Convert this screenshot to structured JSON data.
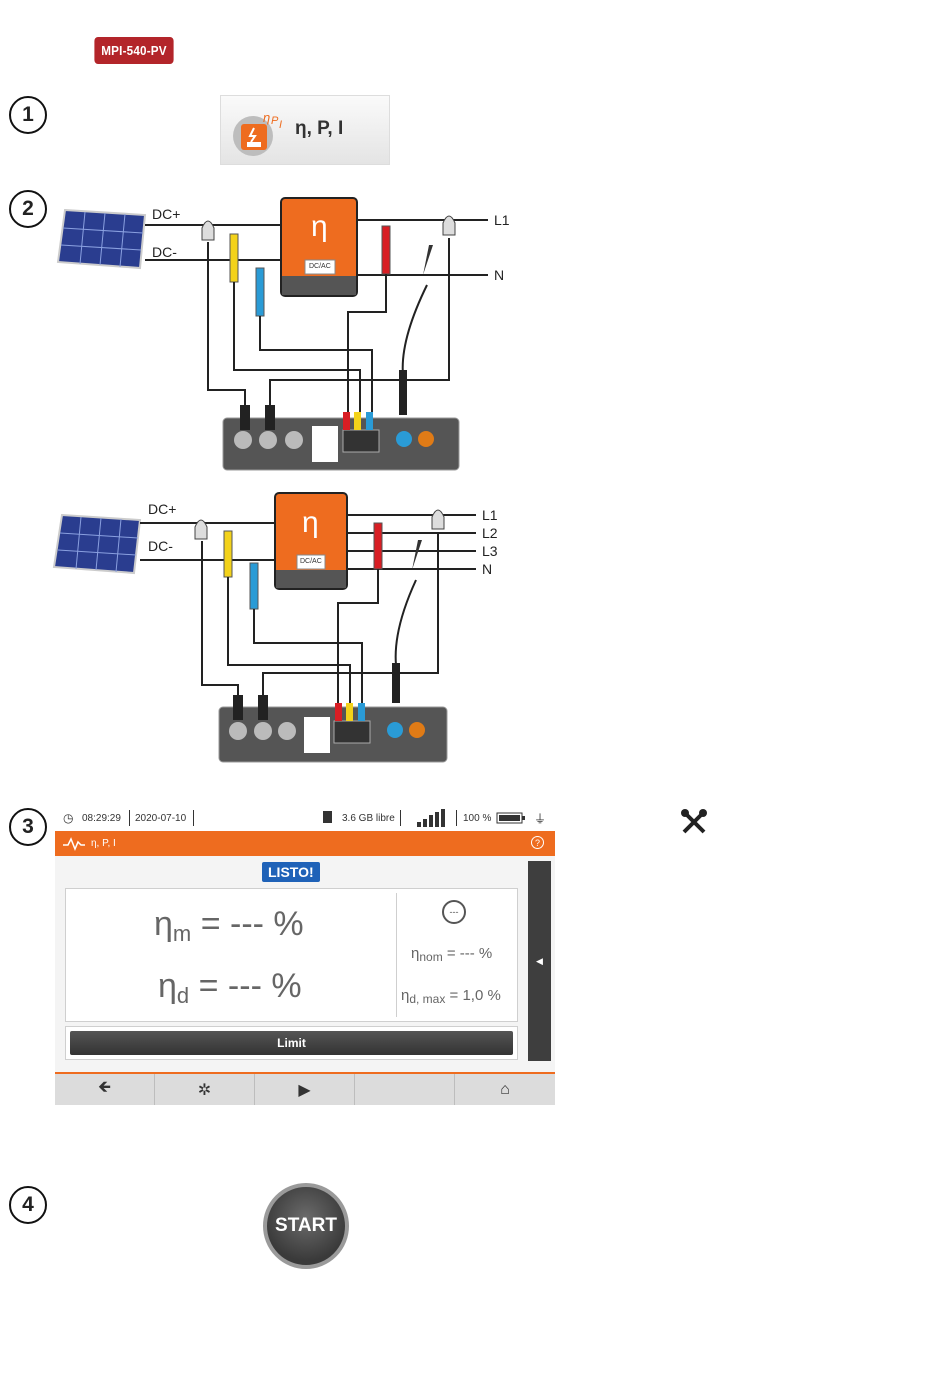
{
  "badge": "MPI-540-PV",
  "steps": [
    "1",
    "2",
    "3",
    "4"
  ],
  "tile": {
    "icon": "eta-p-i-function-icon",
    "label": "η, P, I"
  },
  "diagram1": {
    "dc_plus": "DC+",
    "dc_minus": "DC-",
    "inverter_symbol": "η",
    "inverter_label": "DC/AC",
    "lines": [
      "L1",
      "N"
    ]
  },
  "diagram2": {
    "dc_plus": "DC+",
    "dc_minus": "DC-",
    "inverter_symbol": "η",
    "inverter_label": "DC/AC",
    "lines": [
      "L1",
      "L2",
      "L3",
      "N"
    ]
  },
  "screen": {
    "status": {
      "time": "08:29:29",
      "date": "2020-07-10",
      "storage": "3.6 GB libre",
      "battery": "100 %"
    },
    "title": "η, P, I",
    "ready": "LISTO!",
    "eta_m": {
      "sym": "η",
      "sub": "m",
      "rest": " = --- %"
    },
    "eta_d": {
      "sym": "η",
      "sub": "d",
      "rest": " = --- %"
    },
    "eta_nom": {
      "sym": "η",
      "sub": "nom",
      "rest": " = --- %"
    },
    "eta_dmax": {
      "sym": "η",
      "sub": "d, max",
      "rest": " = 1,0 %"
    },
    "limit_label": "Limit",
    "bottom_buttons": [
      "back-icon",
      "settings-icon",
      "play-icon",
      "",
      "home-icon"
    ]
  },
  "settings_icon_hint": "tools-icon",
  "start_label": "START",
  "colors": {
    "brand_red": "#b3252a",
    "orange": "#ee6c1f",
    "blue": "#1f62b8"
  }
}
